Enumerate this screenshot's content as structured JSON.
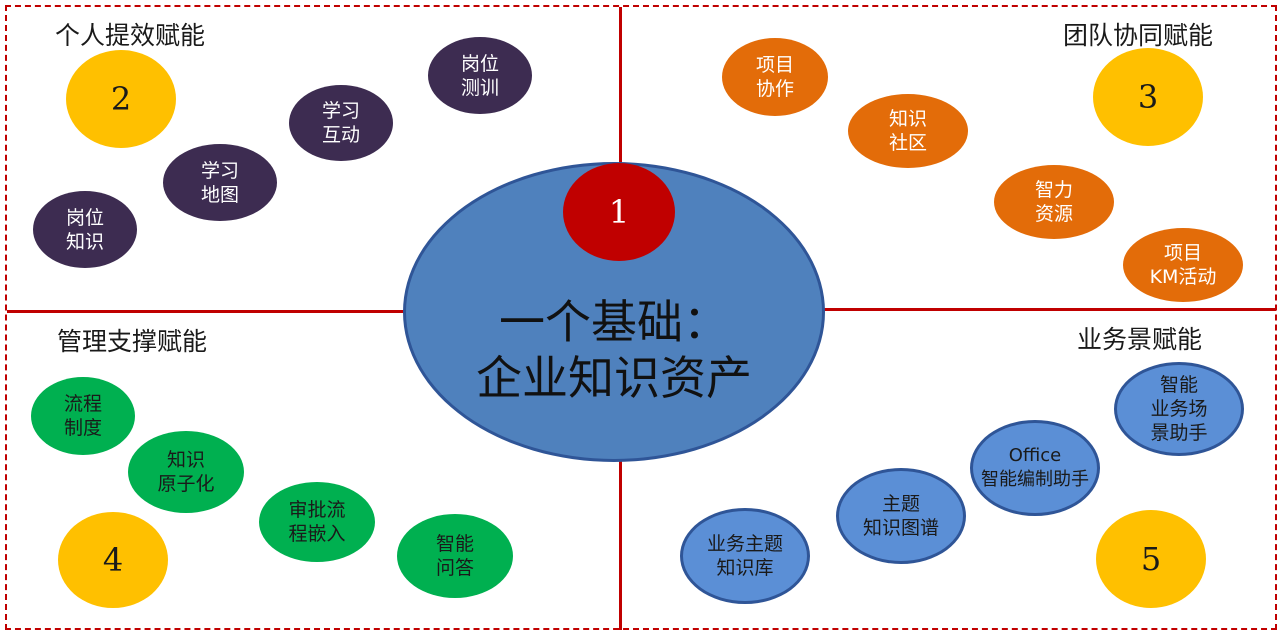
{
  "center": {
    "number": "1",
    "text": "一个基础：\n企业知识资产"
  },
  "quadrants": {
    "top_left": {
      "title": "个人提效赋能",
      "number": "2",
      "items": [
        "岗位\n测训",
        "学习\n互动",
        "学习\n地图",
        "岗位\n知识"
      ]
    },
    "top_right": {
      "title": "团队协同赋能",
      "number": "3",
      "items": [
        "项目\n协作",
        "知识\n社区",
        "智力\n资源",
        "项目\nKM活动"
      ]
    },
    "bottom_left": {
      "title": "管理支撑赋能",
      "number": "4",
      "items": [
        "流程\n制度",
        "知识\n原子化",
        "审批流\n程嵌入",
        "智能\n问答"
      ]
    },
    "bottom_right": {
      "title": "业务景赋能",
      "number": "5",
      "items": [
        "智能\n业务场\n景助手",
        "Office\n智能编制助手",
        "主题\n知识图谱",
        "业务主题\n知识库"
      ]
    }
  },
  "colors": {
    "frame": "#c00000",
    "center": "#4f81bd",
    "number_badge": "#ffc000",
    "personal": "#3d2c51",
    "team": "#e36c09",
    "management": "#00b050",
    "business": "#5b8fd6"
  }
}
